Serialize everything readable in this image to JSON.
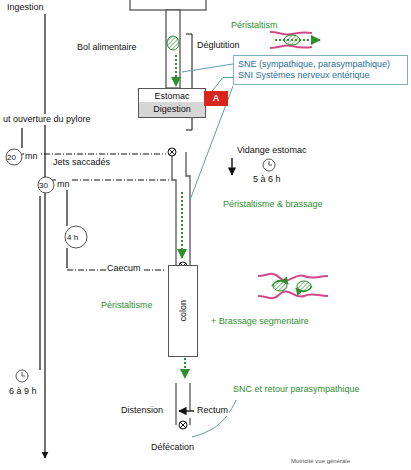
{
  "diagram": {
    "nodes": [
      {
        "text": [
          "SNE (sympathique, parasympathique)",
          "SNI  Systèmes nerveux entérique"
        ]
      },
      {
        "text": [
          "Estomac",
          "Digestion"
        ]
      },
      {
        "text": [
          "A"
        ]
      },
      {
        "text": [
          "colon"
        ]
      }
    ],
    "edges": [
      {
        "from": 0,
        "to": 1,
        "arrow": "none"
      }
    ],
    "labels": [
      "Ingestion",
      "Bol alimentaire",
      "Déglutition",
      "Péristaltism",
      "ut ouverture du pylore",
      "20",
      "mn",
      "Jets saccadés",
      "Vidange estomac",
      "5 à 6 h",
      "30",
      "mn",
      "Péristaltisme & brassage",
      "4 h",
      "Caecum",
      "Péristaltisme",
      "+ Brassage segmentaire",
      "6 à 9 h",
      "Distension",
      "Rectum",
      "Défécation",
      "SNC et retour parasympathique",
      "Motricité vue générale"
    ]
  }
}
